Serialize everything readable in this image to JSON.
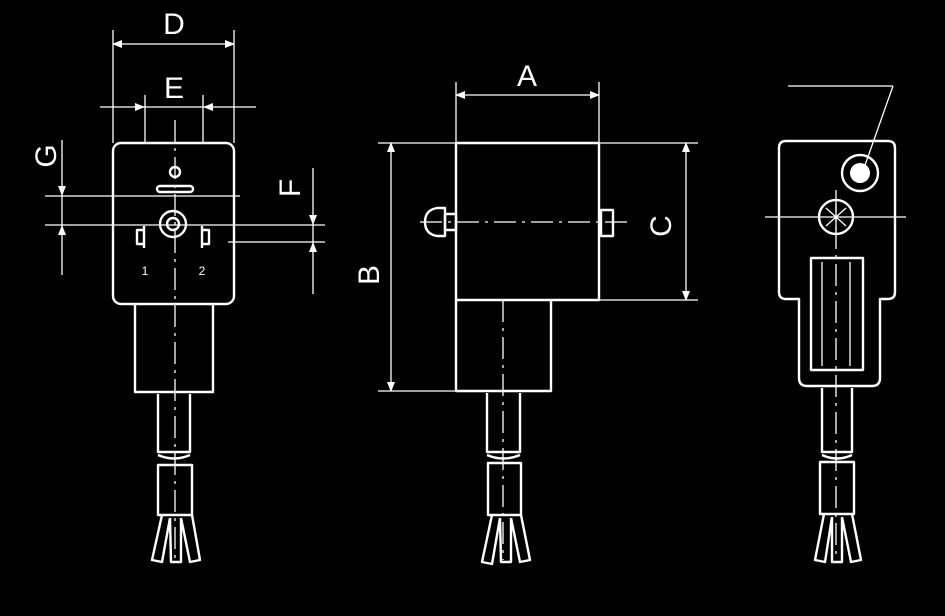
{
  "dimension_labels": {
    "front": {
      "d": "D",
      "e": "E",
      "g": "G",
      "f": "F"
    },
    "side": {
      "a": "A",
      "b": "B",
      "c": "C"
    }
  },
  "pin_labels": {
    "left": "1",
    "right": "2"
  },
  "colors": {
    "background": "#000000",
    "line": "#ffffff"
  }
}
